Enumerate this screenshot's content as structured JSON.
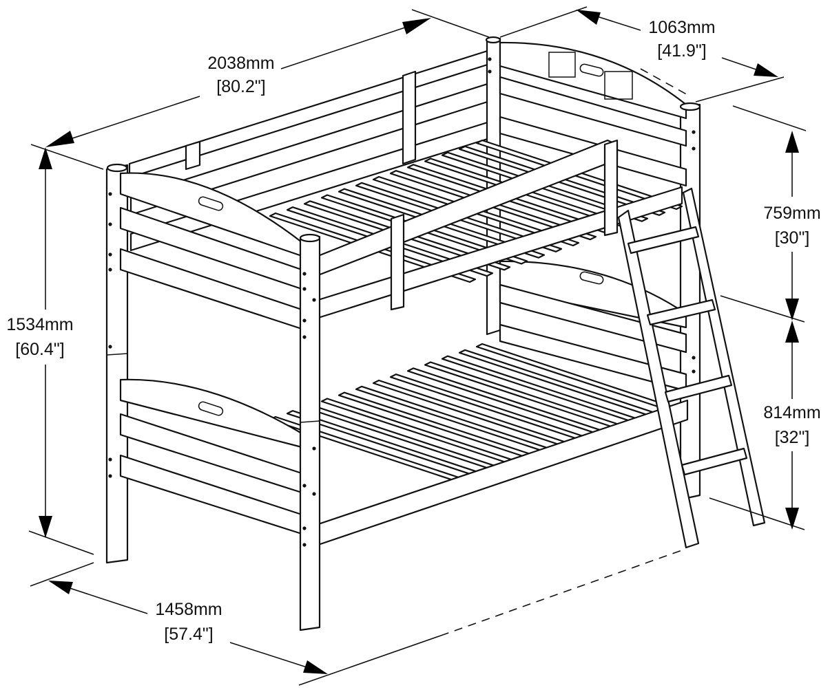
{
  "dimensions": {
    "length": {
      "mm": "2038mm",
      "inch": "[80.2\"]"
    },
    "width_top": {
      "mm": "1063mm",
      "inch": "[41.9\"]"
    },
    "height": {
      "mm": "1534mm",
      "inch": "[60.4\"]"
    },
    "upper_clearance": {
      "mm": "759mm",
      "inch": "[30\"]"
    },
    "lower_height": {
      "mm": "814mm",
      "inch": "[32\"]"
    },
    "width_bottom": {
      "mm": "1458mm",
      "inch": "[57.4\"]"
    }
  }
}
